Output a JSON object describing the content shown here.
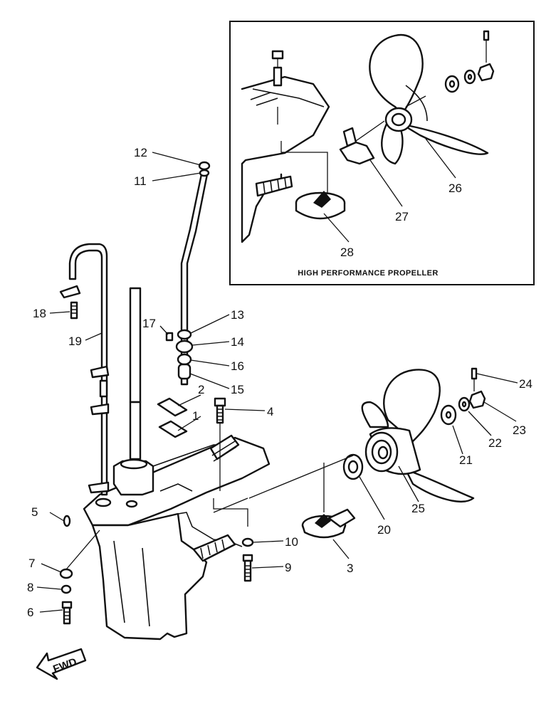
{
  "inset": {
    "caption": "HIGH PERFORMANCE PROPELLER"
  },
  "direction_tag": "FWD",
  "part_labels": [
    "1",
    "2",
    "3",
    "4",
    "5",
    "6",
    "7",
    "8",
    "9",
    "10",
    "11",
    "12",
    "13",
    "14",
    "15",
    "16",
    "17",
    "18",
    "19",
    "20",
    "21",
    "22",
    "23",
    "24",
    "25",
    "26",
    "27",
    "28"
  ],
  "colors": {
    "ink": "#111111",
    "paper": "#ffffff"
  }
}
